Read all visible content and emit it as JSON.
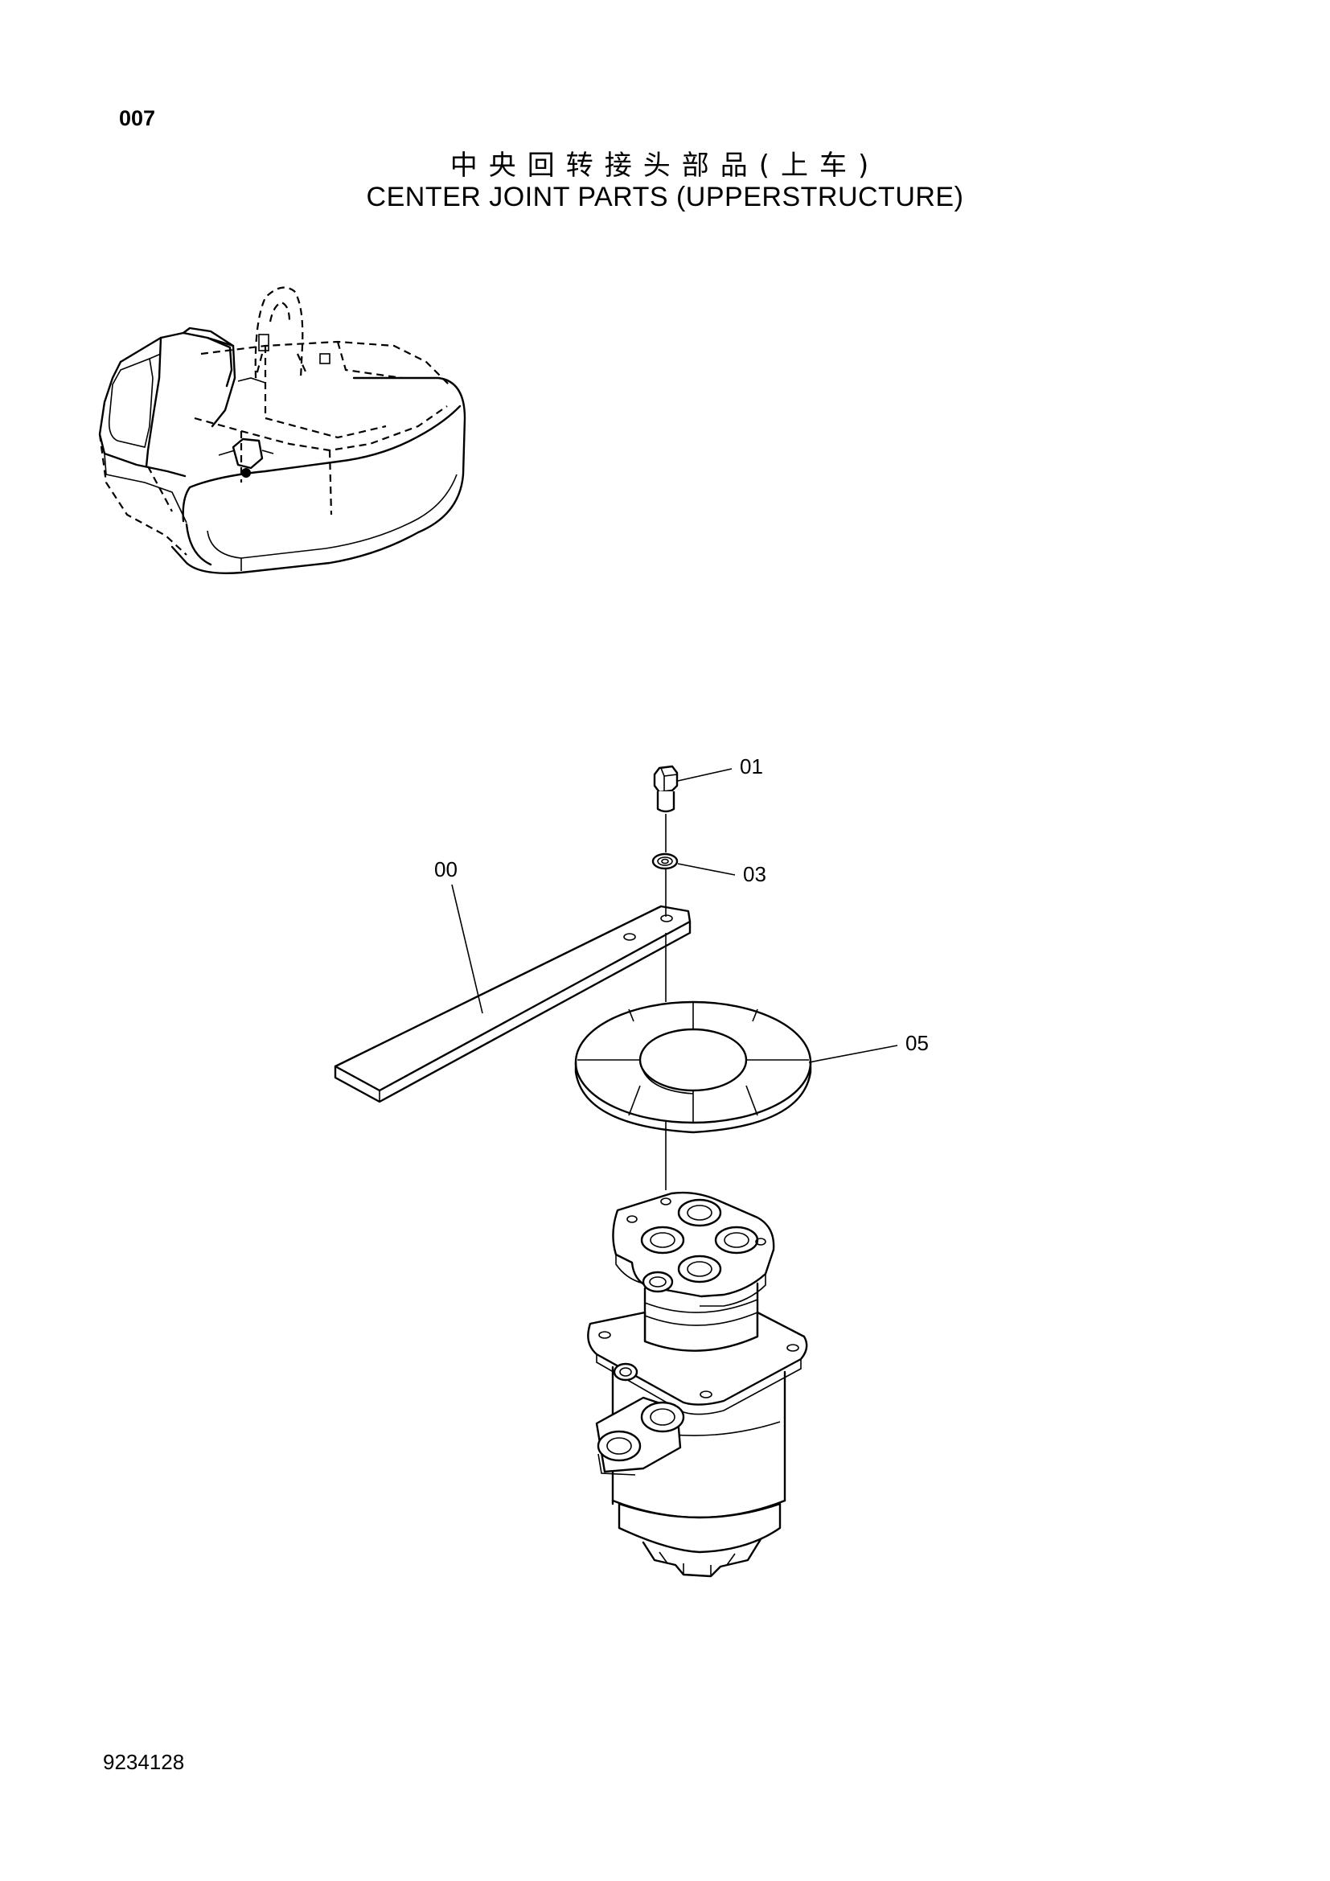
{
  "page_number": "007",
  "title_cn": "中央回转接头部品(上车)",
  "title_en": "CENTER JOINT PARTS (UPPERSTRUCTURE)",
  "document_number": "9234128",
  "callouts": {
    "c00": "00",
    "c01": "01",
    "c03": "03",
    "c05": "05"
  }
}
